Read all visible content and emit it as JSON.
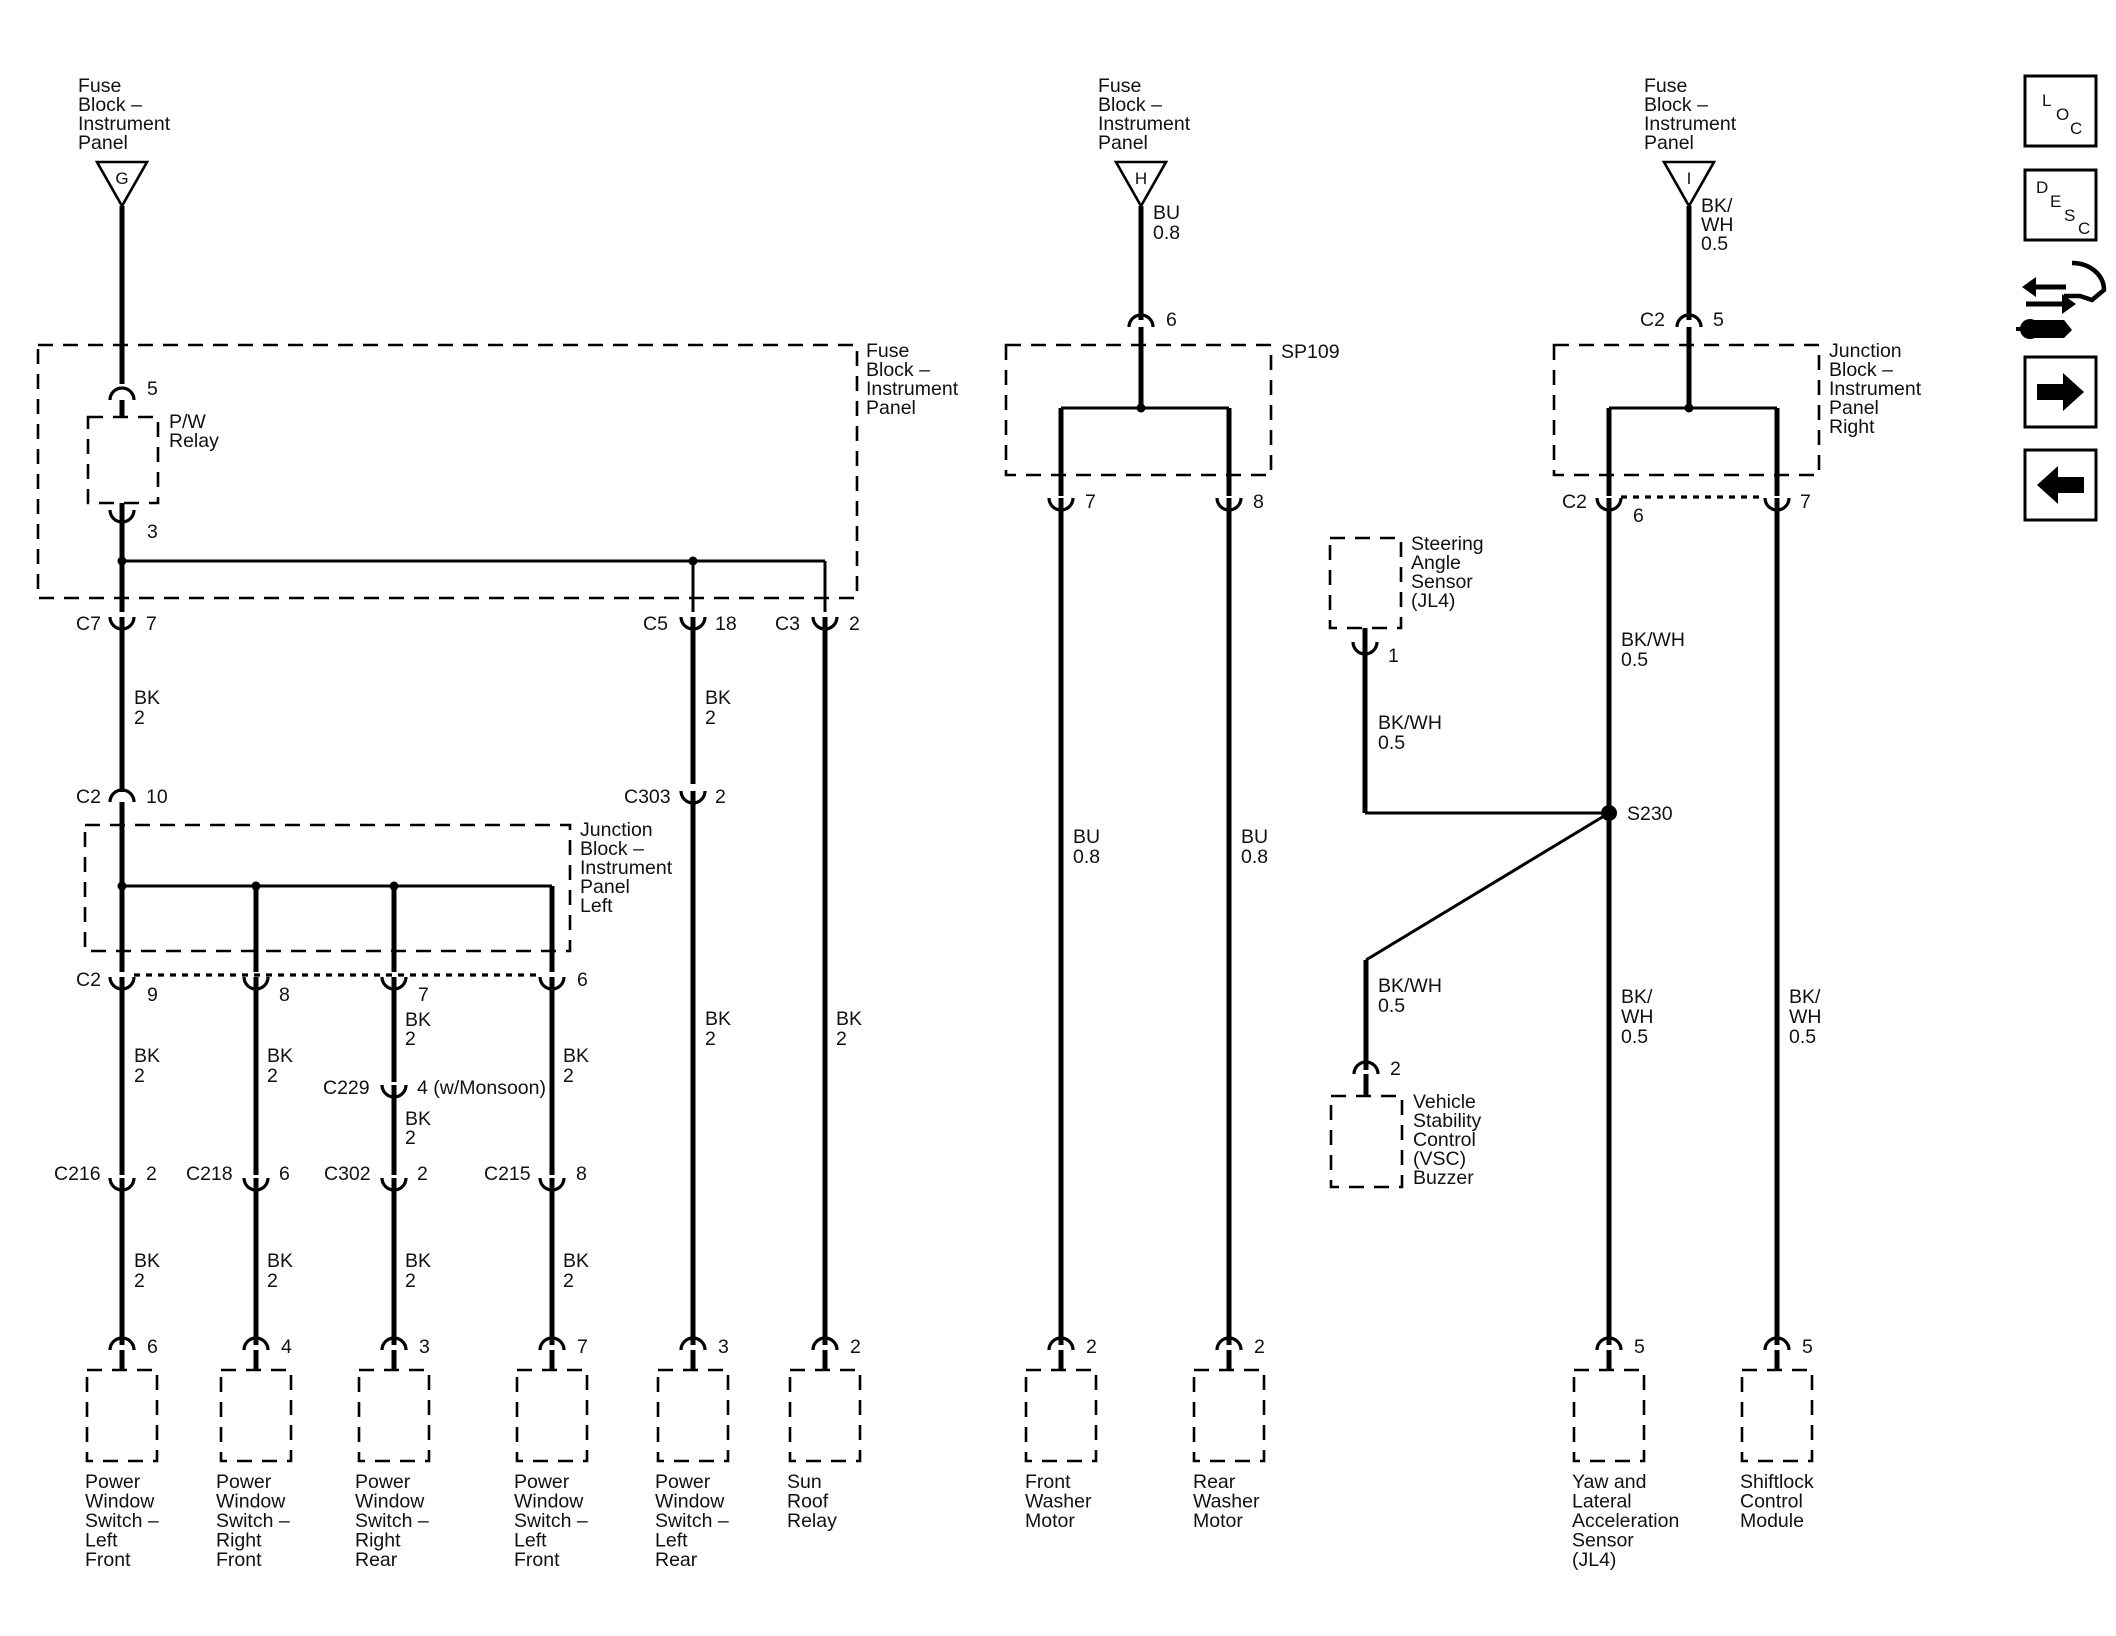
{
  "fuses": {
    "g": {
      "source": [
        "Fuse",
        "Block –",
        "Instrument",
        "Panel"
      ],
      "letter": "G"
    },
    "h": {
      "source": [
        "Fuse",
        "Block –",
        "Instrument",
        "Panel"
      ],
      "letter": "H",
      "wire": [
        "BU",
        "0.8"
      ]
    },
    "i": {
      "source": [
        "Fuse",
        "Block –",
        "Instrument",
        "Panel"
      ],
      "letter": "I",
      "wire": [
        "BK/",
        "WH",
        "0.5"
      ]
    }
  },
  "blocks": {
    "fuse_ip": [
      "Fuse",
      "Block –",
      "Instrument",
      "Panel"
    ],
    "relay": [
      "P/W",
      "Relay"
    ],
    "jb_left": [
      "Junction",
      "Block –",
      "Instrument",
      "Panel",
      "Left"
    ],
    "sp109": "SP109",
    "jb_right": [
      "Junction",
      "Block –",
      "Instrument",
      "Panel",
      "Right"
    ],
    "steering": [
      "Steering",
      "Angle",
      "Sensor",
      "(JL4)"
    ],
    "buzzer": [
      "Vehicle",
      "Stability",
      "Control",
      "(VSC)",
      "Buzzer"
    ]
  },
  "pins": {
    "relay_in": "5",
    "relay_out": "3",
    "c7": "C7",
    "c7_pin": "7",
    "c5": "C5",
    "c5_pin": "18",
    "c3": "C3",
    "c3_pin": "2",
    "c2_in": "C2",
    "c2_in_pin": "10",
    "c303": "C303",
    "c303_pin": "2",
    "c2_out": "C2",
    "jb_pin1": "9",
    "jb_pin2": "8",
    "jb_pin3": "7",
    "jb_pin4": "6",
    "c229": "C229",
    "c229_pin": "4 (w/Monsoon)",
    "c216": "C216",
    "c216_pin": "2",
    "c218": "C218",
    "c218_pin": "6",
    "c302": "C302",
    "c302_pin": "2",
    "c215": "C215",
    "c215_pin": "8",
    "sp_in": "6",
    "sp_out1": "7",
    "sp_out2": "8",
    "jbr_in": "C2",
    "jbr_in_pin": "5",
    "jbr_out": "C2",
    "jbr_out1": "6",
    "jbr_out2": "7",
    "steering_pin": "1",
    "buzzer_pin": "2",
    "splice": "S230"
  },
  "wires": {
    "bk2": [
      "BK",
      "2"
    ],
    "bu08": [
      "BU",
      "0.8"
    ],
    "bkwh_one": [
      "BK/WH",
      "0.5"
    ],
    "bkwh_split": [
      "BK/",
      "WH",
      "0.5"
    ]
  },
  "components": [
    {
      "pin": "6",
      "label": [
        "Power",
        "Window",
        "Switch –",
        "Left",
        "Front"
      ]
    },
    {
      "pin": "4",
      "label": [
        "Power",
        "Window",
        "Switch –",
        "Right",
        "Front"
      ]
    },
    {
      "pin": "3",
      "label": [
        "Power",
        "Window",
        "Switch –",
        "Right",
        "Rear"
      ]
    },
    {
      "pin": "7",
      "label": [
        "Power",
        "Window",
        "Switch –",
        "Left",
        "Front"
      ]
    },
    {
      "pin": "3",
      "label": [
        "Power",
        "Window",
        "Switch –",
        "Left",
        "Rear"
      ]
    },
    {
      "pin": "2",
      "label": [
        "Sun",
        "Roof",
        "Relay"
      ]
    },
    {
      "pin": "2",
      "label": [
        "Front",
        "Washer",
        "Motor"
      ]
    },
    {
      "pin": "2",
      "label": [
        "Rear",
        "Washer",
        "Motor"
      ]
    },
    {
      "pin": "5",
      "label": [
        "Yaw and",
        "Lateral",
        "Acceleration",
        "Sensor",
        "(JL4)"
      ]
    },
    {
      "pin": "5",
      "label": [
        "Shiftlock",
        "Control",
        "Module"
      ]
    }
  ],
  "nav": {
    "loc": [
      "L",
      "O",
      "C"
    ],
    "desc": [
      "D",
      "E",
      "S",
      "C"
    ],
    "tools_icon": "connector-tools-icon",
    "next_icon": "arrow-right-icon",
    "back_icon": "arrow-left-icon"
  }
}
